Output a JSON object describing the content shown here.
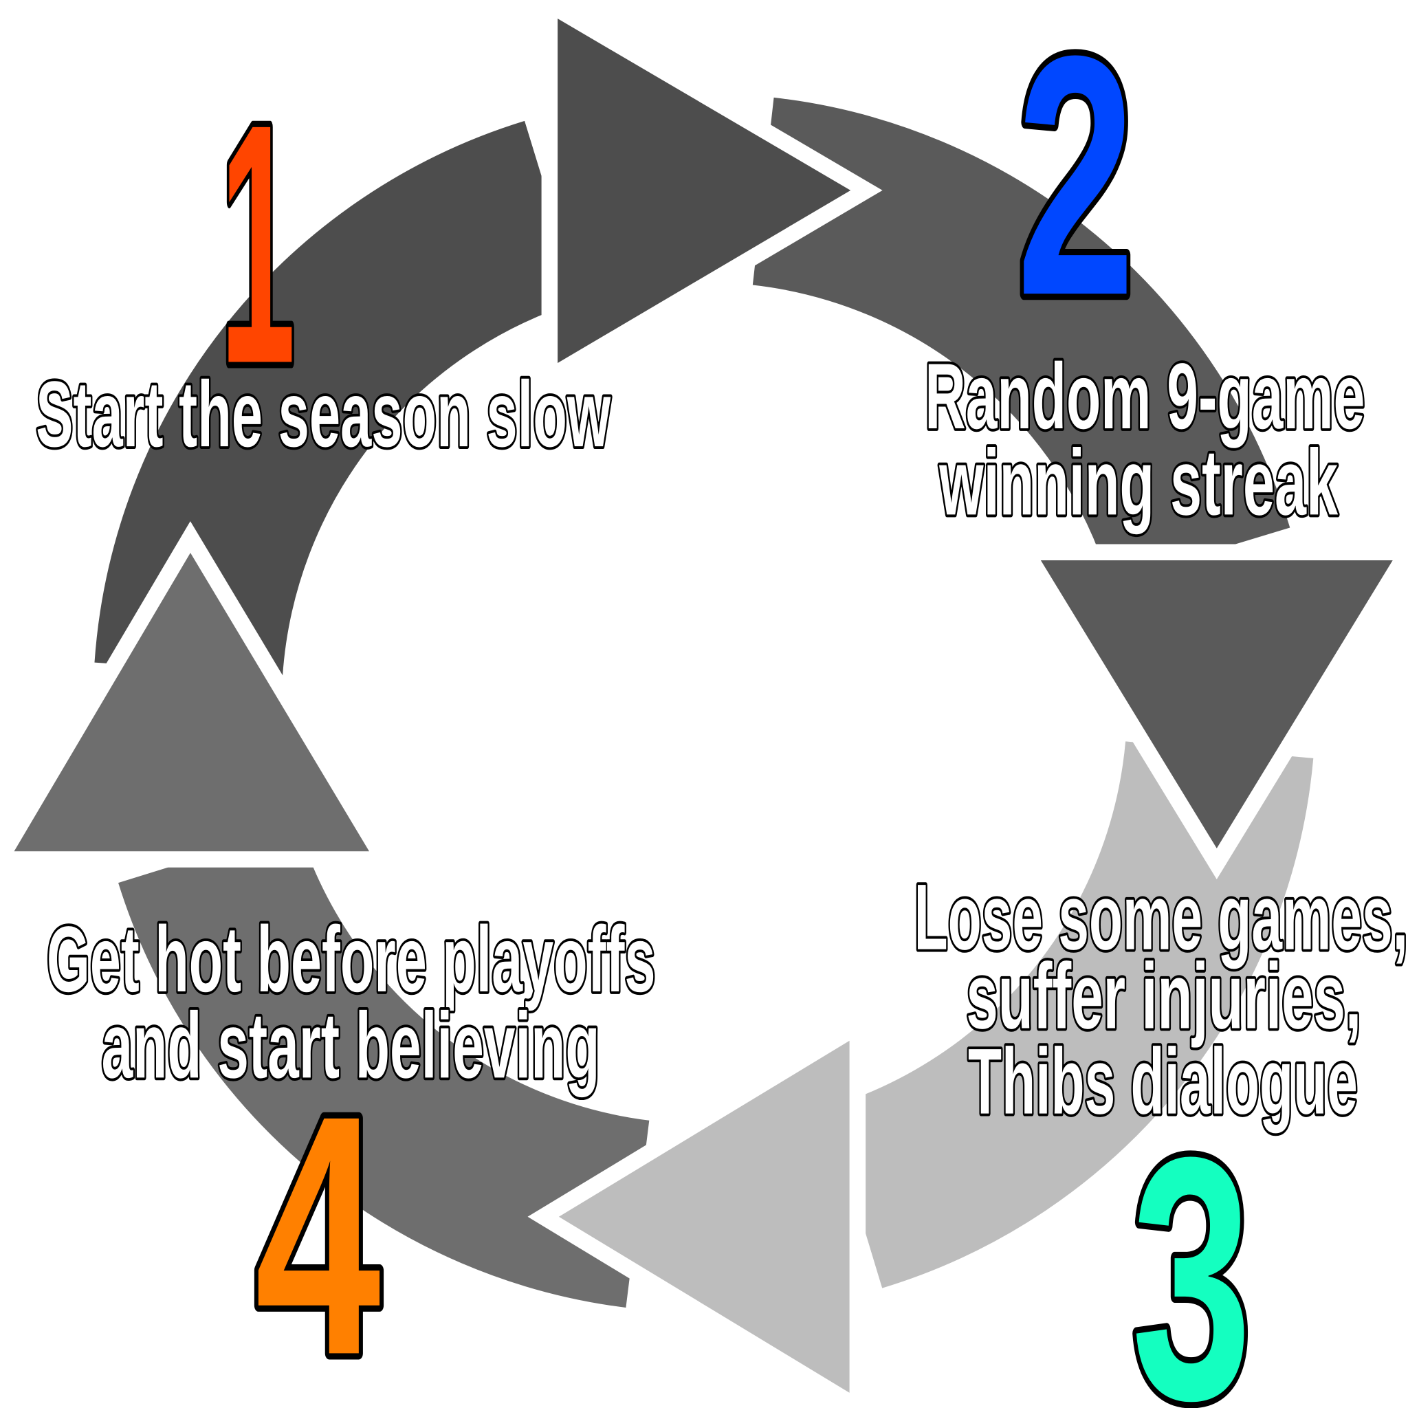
{
  "colors": {
    "arrow_1": "#4d4d4d",
    "arrow_2": "#5a5a5a",
    "arrow_3": "#bdbdbd",
    "arrow_4": "#6e6e6e",
    "number_1": "#ff4500",
    "number_2": "#0047ff",
    "number_3": "#14ffc0",
    "number_4": "#ff8000"
  },
  "steps": [
    {
      "number": "1",
      "lines": [
        "Start the season slow"
      ]
    },
    {
      "number": "2",
      "lines": [
        "Random 9-game",
        "winning streak"
      ]
    },
    {
      "number": "3",
      "lines": [
        "Lose some games,",
        "suffer injuries,",
        "Thibs dialogue"
      ]
    },
    {
      "number": "4",
      "lines": [
        "Get hot before playoffs",
        "and start believing"
      ]
    }
  ]
}
